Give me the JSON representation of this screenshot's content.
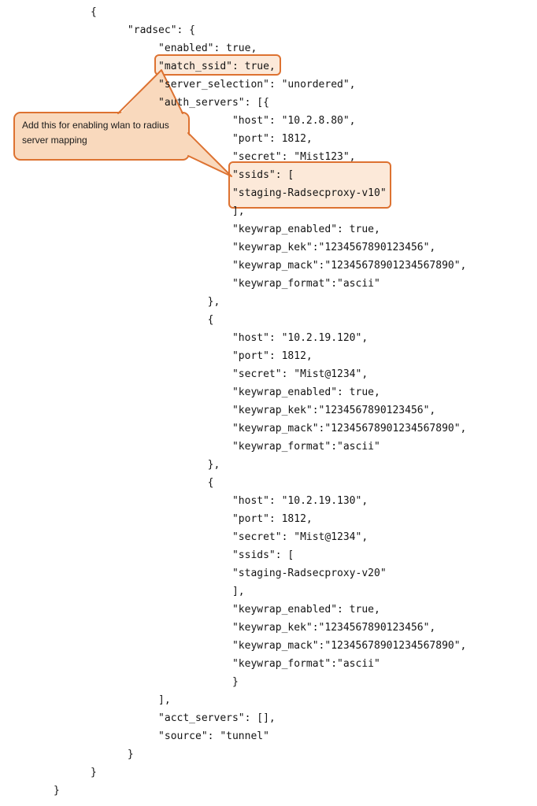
{
  "callout": {
    "text": "Add this for enabling wlan to radius server mapping"
  },
  "colors": {
    "annotation_border": "#DD7231",
    "callout_fill": "#F9D9BD",
    "highlight_fill": "#F4A45F3D"
  },
  "annotations": {
    "match_ssid_highlight": "\"match_ssid\": true,",
    "ssids_highlight": "\"ssids\": [ \"staging-Radsecproxy-v10\""
  },
  "code": {
    "lines": [
      "      {",
      "            \"radsec\": {",
      "                 \"enabled\": true,",
      "                 \"match_ssid\": true,",
      "                 \"server_selection\": \"unordered\",",
      "                 \"auth_servers\": [{",
      "                             \"host\": \"10.2.8.80\",",
      "                             \"port\": 1812,",
      "                             \"secret\": \"Mist123\",",
      "                             \"ssids\": [",
      "                             \"staging-Radsecproxy-v10\"",
      "                             ],",
      "                             \"keywrap_enabled\": true,",
      "                             \"keywrap_kek\":\"1234567890123456\",",
      "                             \"keywrap_mack\":\"12345678901234567890\",",
      "                             \"keywrap_format\":\"ascii\"",
      "                         },",
      "                         {",
      "                             \"host\": \"10.2.19.120\",",
      "                             \"port\": 1812,",
      "                             \"secret\": \"Mist@1234\",",
      "                             \"keywrap_enabled\": true,",
      "                             \"keywrap_kek\":\"1234567890123456\",",
      "                             \"keywrap_mack\":\"12345678901234567890\",",
      "                             \"keywrap_format\":\"ascii\"",
      "                         },",
      "                         {",
      "                             \"host\": \"10.2.19.130\",",
      "                             \"port\": 1812,",
      "                             \"secret\": \"Mist@1234\",",
      "                             \"ssids\": [",
      "                             \"staging-Radsecproxy-v20\"",
      "                             ],",
      "                             \"keywrap_enabled\": true,",
      "                             \"keywrap_kek\":\"1234567890123456\",",
      "                             \"keywrap_mack\":\"12345678901234567890\",",
      "                             \"keywrap_format\":\"ascii\"",
      "                             }",
      "                 ],",
      "                 \"acct_servers\": [],",
      "                 \"source\": \"tunnel\"",
      "            }",
      "      }",
      "}"
    ]
  }
}
